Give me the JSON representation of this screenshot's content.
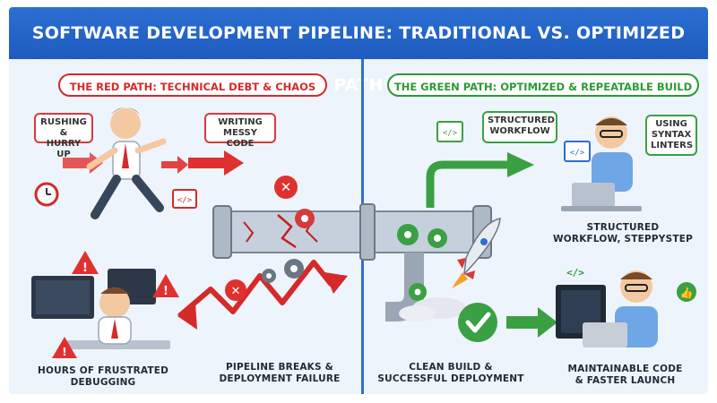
{
  "title": "SOFTWARE DEVELOPMENT PIPELINE: TRADITIONAL VS. OPTIMIZED PATH",
  "red_path": {
    "banner": "THE RED PATH: TECHNICAL DEBT & CHAOS",
    "bubble_rushing": [
      "RUSHING &",
      "HURRY UP"
    ],
    "bubble_messy": [
      "WRITING",
      "MESSY CODE"
    ],
    "caption_debugging": [
      "HOURS OF FRUSTRATED",
      "DEBUGGING"
    ],
    "caption_pipeline": [
      "PIPELINE BREAKS &",
      "DEPLOYMENT FAILURE"
    ]
  },
  "green_path": {
    "banner": "THE GREEN PATH: OPTIMIZED & REPEATABLE BUILD",
    "bubble_workflow": [
      "STRUCTURED",
      "WORKFLOW"
    ],
    "bubble_linters": [
      "USING",
      "SYNTAX",
      "LINTERS"
    ],
    "caption_structured": [
      "STRUCTURED",
      "WORKFLOW, STEPPYSTEP"
    ],
    "caption_clean": [
      "CLEAN BUILD &",
      "SUCCESSFUL DEPLOYMENT"
    ],
    "caption_maintainable": [
      "MAINTAINABLE CODE",
      "& FASTER LAUNCH"
    ]
  },
  "colors": {
    "red": "#d42a2a",
    "green": "#2a9a35",
    "blue": "#1e5bbf"
  },
  "icons": [
    "alarm-clock-icon",
    "code-icon",
    "warning-icon",
    "error-x-icon",
    "gear-icon",
    "rocket-icon",
    "check-icon",
    "thumbs-up-icon",
    "laptop-icon"
  ]
}
